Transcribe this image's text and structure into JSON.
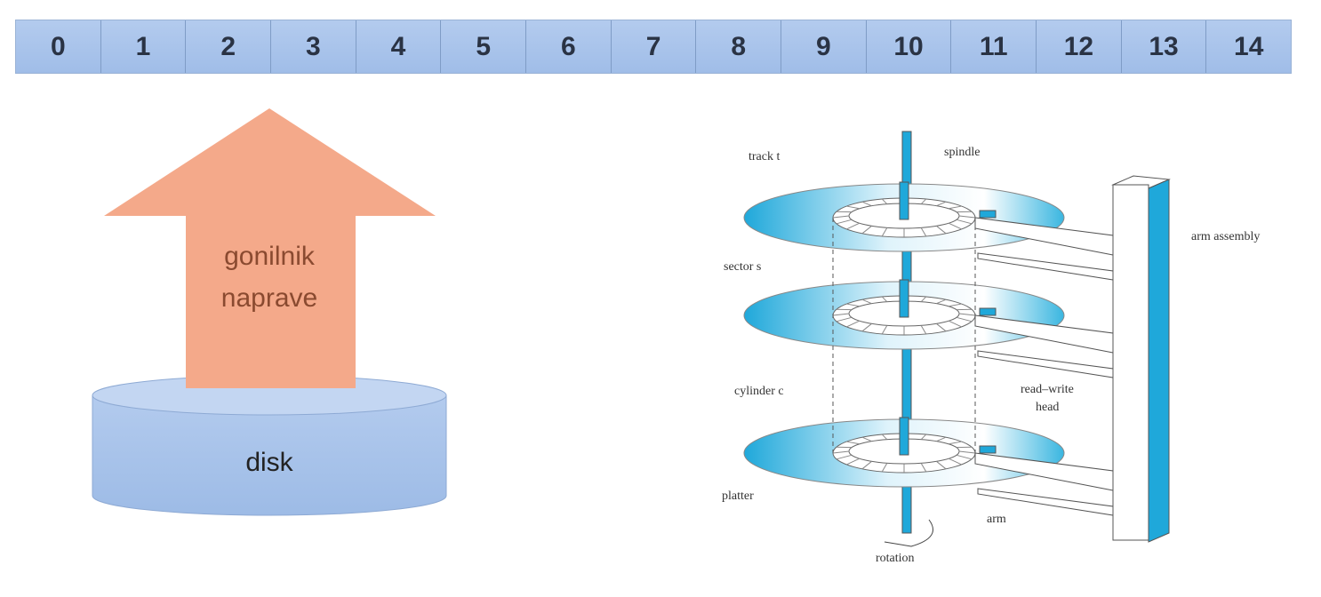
{
  "block_strip": {
    "cells": [
      "0",
      "1",
      "2",
      "3",
      "4",
      "5",
      "6",
      "7",
      "8",
      "9",
      "10",
      "11",
      "12",
      "13",
      "14"
    ]
  },
  "left_diagram": {
    "arrow_label_line1": "gonilnik",
    "arrow_label_line2": "naprave",
    "disk_label": "disk"
  },
  "right_diagram": {
    "labels": {
      "track": "track t",
      "spindle": "spindle",
      "arm_assembly": "arm assembly",
      "sector": "sector s",
      "cylinder": "cylinder c",
      "read_write_head_line1": "read–write",
      "read_write_head_line2": "head",
      "platter": "platter",
      "arm": "arm",
      "rotation": "rotation"
    }
  },
  "colors": {
    "strip": "#a9c4ec",
    "arrow": "#f4a98a",
    "disk": "#a9c4ec",
    "platter": "#2bb0de"
  }
}
